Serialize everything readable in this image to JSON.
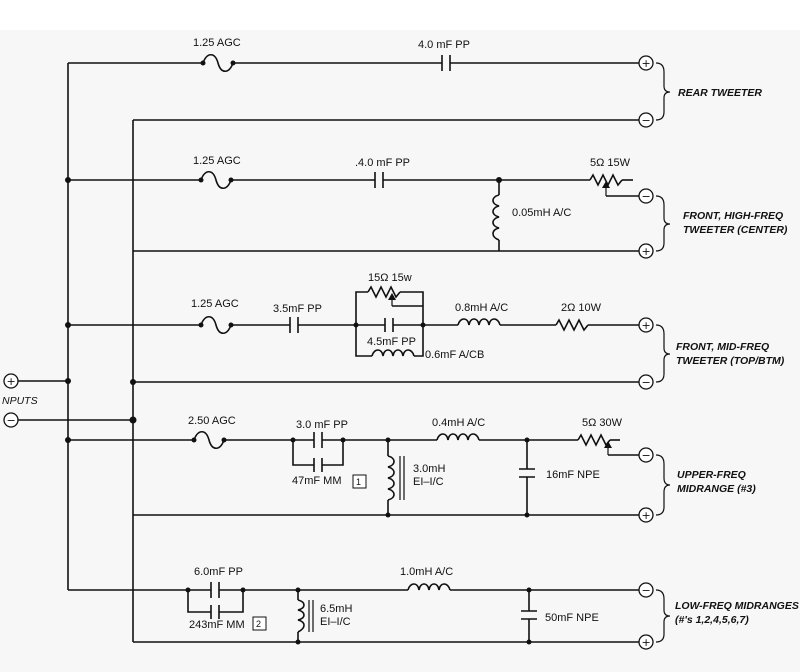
{
  "inputs": {
    "label": "NPUTS",
    "plus": "+",
    "minus": "−"
  },
  "sections": [
    {
      "title": [
        "REAR TWEETER"
      ]
    },
    {
      "title": [
        "FRONT, HIGH-FREQ",
        "TWEETER (CENTER)"
      ]
    },
    {
      "title": [
        "FRONT, MID-FREQ",
        "TWEETER (TOP/BTM)"
      ]
    },
    {
      "title": [
        "UPPER-FREQ",
        "MIDRANGE (#3)"
      ]
    },
    {
      "title": [
        "LOW-FREQ MIDRANGES",
        "(#'s 1,2,4,5,6,7)"
      ]
    }
  ],
  "components": {
    "s1_fuse": "1.25  AGC",
    "s1_cap": "4.0 mF  PP",
    "s2_fuse": "1.25  AGC",
    "s2_cap": ".4.0 mF PP",
    "s2_ind": "0.05mH A/C",
    "s2_pot": "5Ω 15W",
    "s3_fuse": "1.25 AGC",
    "s3_cap": "3.5mF PP",
    "s3_pot": "15Ω 15w",
    "s3_cap2": "4.5mF PP",
    "s3_ind2": "0.6mF A/CB",
    "s3_ind": "0.8mH  A/C",
    "s3_res": "2Ω 10W",
    "s4_fuse": "2.50  AGC",
    "s4_cap": "3.0 mF  PP",
    "s4_cap2": "47mF  MM",
    "s4_note": "1",
    "s4_xf": [
      "3.0mH",
      "EI–I/C"
    ],
    "s4_ind": "0.4mH A/C",
    "s4_pot": "5Ω 30W",
    "s4_shunt": "16mF NPE",
    "s5_cap": "6.0mF PP",
    "s5_cap2": "243mF  MM",
    "s5_note": "2",
    "s5_xf": [
      "6.5mH",
      "EI–I/C"
    ],
    "s5_ind": "1.0mH A/C",
    "s5_shunt": "50mF NPE"
  },
  "terminals": {
    "plus": "+",
    "minus": "−"
  }
}
